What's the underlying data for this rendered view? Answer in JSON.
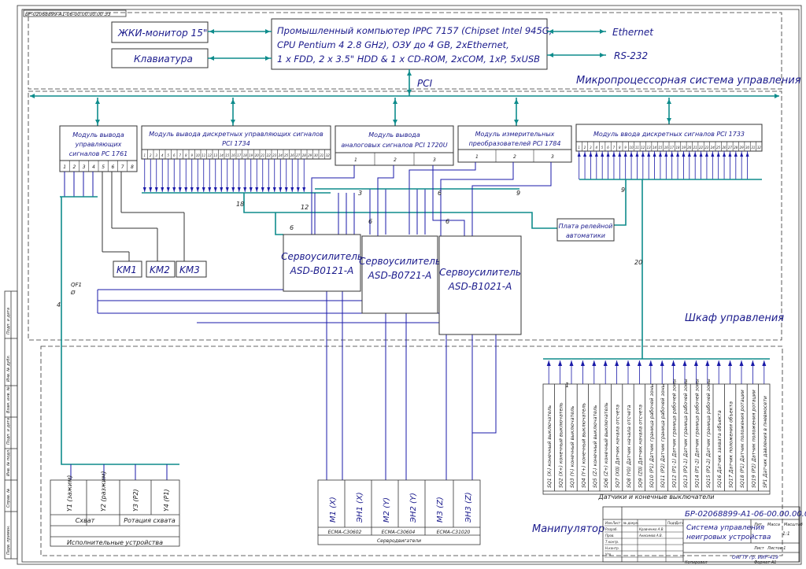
{
  "stamp_top": "БР-02068899-А1-06-00.00.00.00 Э3",
  "pc": {
    "line1": "Промышленный компьютер IPPC 7157 (Chipset Intel 945G,",
    "line2": "CPU Pentium 4 2.8 GHz), ОЗУ до 4 GB, 2xEthernet,",
    "line3": "1 x FDD, 2 x 3.5\" HDD & 1 x CD-ROM, 2xCOM, 1xP, 5xUSB"
  },
  "monitor": "ЖКИ-монитор 15\"",
  "keyboard": "Клавиатура",
  "ethernet": "Ethernet",
  "rs232": "RS-232",
  "pci": "PCI",
  "zone_mps": "Микропроцессорная система управления",
  "zone_cabinet": "Шкаф управления",
  "zone_manip": "Манипулятор",
  "modules": {
    "m1761": [
      "Модуль вывода",
      "управляющих",
      "сигналов PC 1761"
    ],
    "m1734": [
      "Модуль вывода дискретных управляющих сигналов",
      "PCI 1734"
    ],
    "m1720": [
      "Модуль вывода",
      "аналоговых сигналов PCI 1720U"
    ],
    "m1784": [
      "Модуль измерительных",
      "преобразователей PCI 1784"
    ],
    "m1733": [
      "Модуль ввода дискретных сигналов PCI 1733"
    ]
  },
  "m1761_pins": [
    "1",
    "2",
    "3",
    "4",
    "5",
    "6",
    "7",
    "8"
  ],
  "m1720_pins": [
    "1",
    "2",
    "3"
  ],
  "m1784_pins": [
    "1",
    "2",
    "3"
  ],
  "relay_board": [
    "Плата релейной",
    "автоматики"
  ],
  "servo": {
    "s1": [
      "Сервоусилитель",
      "ASD-B0121-A"
    ],
    "s2": [
      "Сервоусилитель",
      "ASD-B0721-A"
    ],
    "s3": [
      "Сервоусилитель",
      "ASD-B1021-A"
    ]
  },
  "km": [
    "KM1",
    "KM2",
    "KM3"
  ],
  "qf": [
    "QF1",
    "Ø"
  ],
  "wire_counts": [
    "3",
    "6",
    "9",
    "18",
    "12",
    "6",
    "6",
    "6",
    "9",
    "20",
    "4",
    "1"
  ],
  "actuators": {
    "cells": [
      "Y1 (зажим)",
      "Y2 (разжим)",
      "Y3 (P2)",
      "Y4 (P1)"
    ],
    "groups": [
      "Схват",
      "Ротация схвата"
    ],
    "caption": "Исполнительные устройства"
  },
  "motors": {
    "cells": [
      "М1 (X)",
      "ЭН1 (X)",
      "М2 (Y)",
      "ЭН2 (Y)",
      "М3 (Z)",
      "ЭН3 (Z)"
    ],
    "models": [
      "ECMA-C30602",
      "ECMA-C30604",
      "ECMA-C31020"
    ],
    "caption": "Сервродвигатели"
  },
  "sensors": {
    "cells": [
      "SQ1 (X-) конечный выключатель",
      "SQ2 (X+) конечный выключатель",
      "SQ3 (Y-) конечный выключатель",
      "SQ4 (Y+) конечный выключатель",
      "SQ5 (Z-) конечный выключатель",
      "SQ6 (Z+) конечный выключатель",
      "SQ7 (X0) Датчик начала отсчета",
      "SQ8 (Y0) Датчик начала отсчета",
      "SQ9 (Z0) Датчик начала отсчета",
      "SQ10 (P1) Датчик граница рабочей зоны",
      "SQ11 (P2) Датчик граница рабочей зоны",
      "SQ12 (P1-1) Датчик граница рабочей зоны",
      "SQ13 (P2-1) Датчик граница рабочей зоны",
      "SQ14 (P1-2) Датчик граница рабочей зоны",
      "SQ15 (P2-2) Датчик граница рабочей зоны",
      "SQ16 Датчик захвата объекта",
      "SQ17 Датчик положения объекта",
      "SQ18 (P1) Датчик положения ротации",
      "SQ19 (P2) Датчик положения ротации",
      "SP1 Датчик давления в пневмосети"
    ],
    "caption": "Датчики и конечные выключатели"
  },
  "title_block": {
    "doc": "БР-02068899-А1-06-00.00.00.00 Э3",
    "name": [
      "Система управления",
      "неигровых устройства"
    ],
    "lit": "Лит.",
    "mass": "Масса",
    "scale": "Масштаб",
    "scale_val": "1:1",
    "sheet": "Лист",
    "sheets": "Листов 1",
    "org": "ОмГТУ гр. ИИР-419",
    "copied": "Копировал",
    "format": "Формат А1",
    "rows": [
      "Изм.",
      "Лист",
      "№ докум.",
      "Подп.",
      "Дата",
      "Разраб.",
      "Пров.",
      "Т.контр.",
      "Н.контр.",
      "Утв."
    ],
    "author": "Кравченко А.В.",
    "checker": "Анисимов А.В."
  },
  "side_stamps": [
    "Подп. и дата",
    "Инв. № дубл.",
    "Взам. инв. №",
    "Подп. и дата",
    "Инв. № подл.",
    "Справ. №",
    "Перв. примен."
  ],
  "colors": {
    "bus": "#0e8c8c",
    "text": "#1a1a8c",
    "line": "#1a1aa8"
  }
}
